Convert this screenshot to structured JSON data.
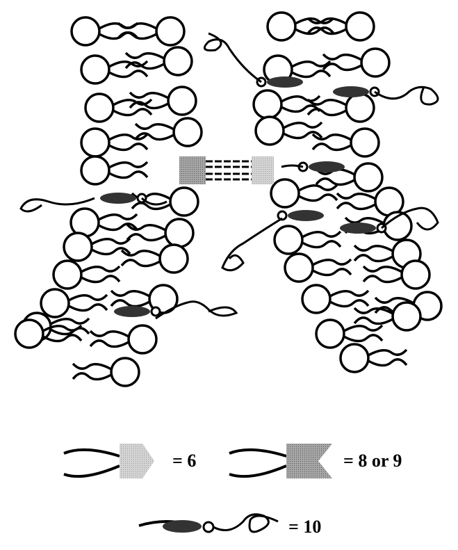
{
  "colors": {
    "ink": "#000000",
    "head_fill": "#ffffff",
    "dark_lipid": "#333333",
    "light_block": "#c8c8c8",
    "dark_block": "#9a9a9a"
  },
  "legend": {
    "item_a": {
      "icon": "light-pentagon-lipid-icon",
      "label": "= 6"
    },
    "item_b": {
      "icon": "dark-notched-lipid-icon",
      "label": "= 8 or 9"
    },
    "item_c": {
      "icon": "dark-ellipse-lipid-icon",
      "label": "= 10"
    }
  }
}
